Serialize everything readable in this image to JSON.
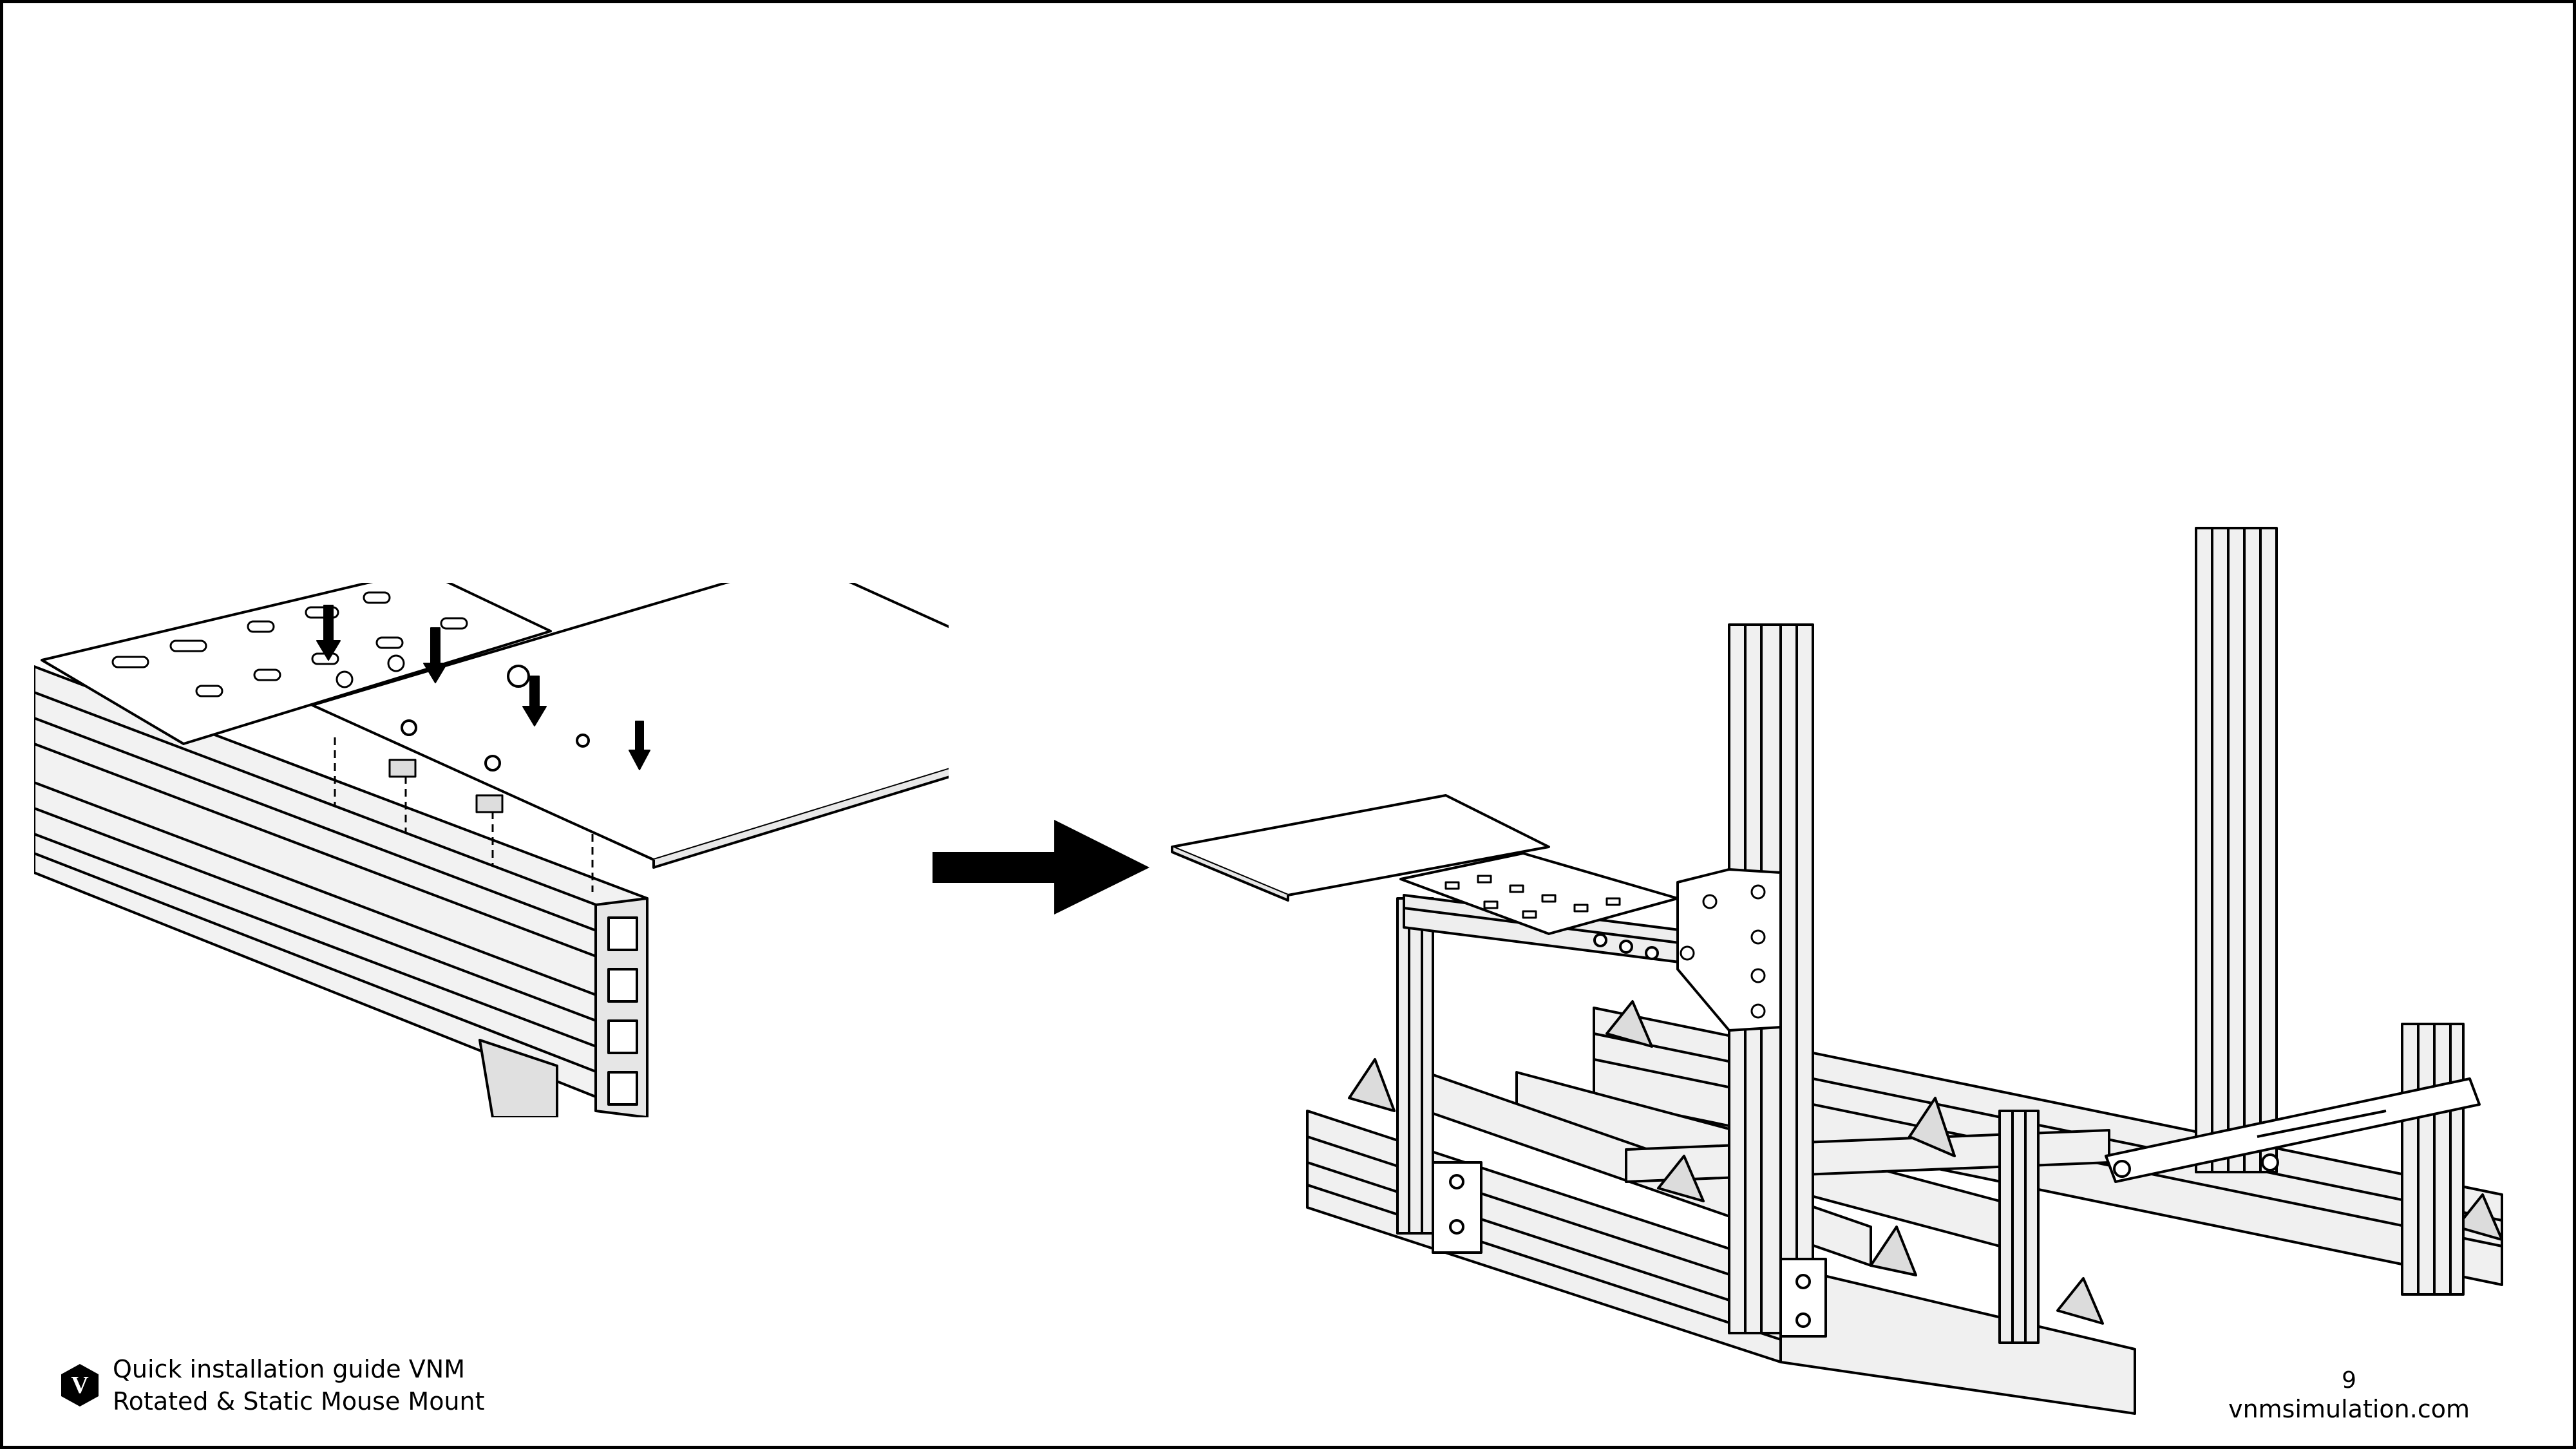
{
  "footer": {
    "guide_line_1": "Quick installation guide VNM",
    "guide_line_2": "Rotated & Static Mouse Mount",
    "page_number": "9",
    "website": "vnmsimulation.com",
    "logo_letter": "V"
  },
  "icons": {
    "logo": "vnm-hexagon-logo-icon",
    "direction": "right-arrow-icon",
    "insert": "down-arrow-icon"
  },
  "colors": {
    "ink": "#000000",
    "paper": "#ffffff",
    "metal": "#ececec"
  }
}
